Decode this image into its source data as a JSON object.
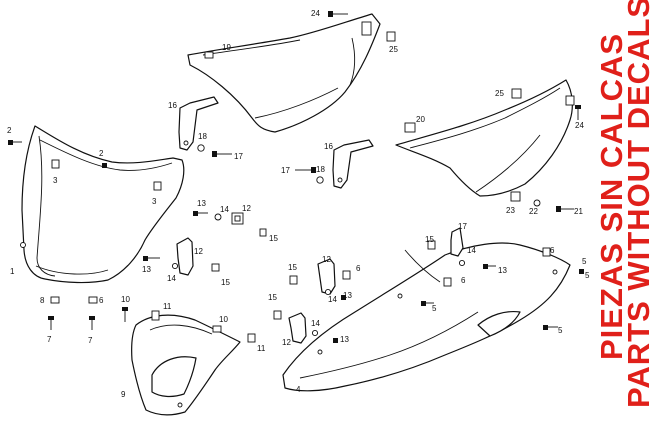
{
  "banner": {
    "line1": "PIEZAS SIN CALCAS",
    "line2": "PARTS WITHOUT DECALS",
    "color": "#e0201a"
  },
  "callouts": [
    {
      "id": "c24a",
      "text": "24"
    },
    {
      "id": "c25a",
      "text": "25"
    },
    {
      "id": "c19",
      "text": "19"
    },
    {
      "id": "c16a",
      "text": "16"
    },
    {
      "id": "c18a",
      "text": "18"
    },
    {
      "id": "c17a",
      "text": "17"
    },
    {
      "id": "c2a",
      "text": "2"
    },
    {
      "id": "c2b",
      "text": "2"
    },
    {
      "id": "c3a",
      "text": "3"
    },
    {
      "id": "c3b",
      "text": "3"
    },
    {
      "id": "c1",
      "text": "1"
    },
    {
      "id": "c13a",
      "text": "13"
    },
    {
      "id": "c14a",
      "text": "14"
    },
    {
      "id": "c12a",
      "text": "12"
    },
    {
      "id": "c15a",
      "text": "15"
    },
    {
      "id": "c13b",
      "text": "13"
    },
    {
      "id": "c12b",
      "text": "12"
    },
    {
      "id": "c14b",
      "text": "14"
    },
    {
      "id": "c15b",
      "text": "15"
    },
    {
      "id": "c8",
      "text": "8"
    },
    {
      "id": "c6a",
      "text": "6"
    },
    {
      "id": "c7a",
      "text": "7"
    },
    {
      "id": "c7b",
      "text": "7"
    },
    {
      "id": "c10a",
      "text": "10"
    },
    {
      "id": "c11a",
      "text": "11"
    },
    {
      "id": "c10b",
      "text": "10"
    },
    {
      "id": "c11b",
      "text": "11"
    },
    {
      "id": "c9",
      "text": "9"
    },
    {
      "id": "c25b",
      "text": "25"
    },
    {
      "id": "c20",
      "text": "20"
    },
    {
      "id": "c24b",
      "text": "24"
    },
    {
      "id": "c16b",
      "text": "16"
    },
    {
      "id": "c17b",
      "text": "17"
    },
    {
      "id": "c18b",
      "text": "18"
    },
    {
      "id": "c23",
      "text": "23"
    },
    {
      "id": "c22",
      "text": "22"
    },
    {
      "id": "c21",
      "text": "21"
    },
    {
      "id": "c17c",
      "text": "17"
    },
    {
      "id": "c15c",
      "text": "15"
    },
    {
      "id": "c14c",
      "text": "14"
    },
    {
      "id": "c6b",
      "text": "6"
    },
    {
      "id": "c13c",
      "text": "13"
    },
    {
      "id": "c6c",
      "text": "6"
    },
    {
      "id": "c5a",
      "text": "5"
    },
    {
      "id": "c5b",
      "text": "5"
    },
    {
      "id": "c15d",
      "text": "15"
    },
    {
      "id": "c12c",
      "text": "12"
    },
    {
      "id": "c6d",
      "text": "6"
    },
    {
      "id": "c13d",
      "text": "13"
    },
    {
      "id": "c14d",
      "text": "14"
    },
    {
      "id": "c15e",
      "text": "15"
    },
    {
      "id": "c12d",
      "text": "12"
    },
    {
      "id": "c14e",
      "text": "14"
    },
    {
      "id": "c13e",
      "text": "13"
    },
    {
      "id": "c5c",
      "text": "5"
    },
    {
      "id": "c5d",
      "text": "5"
    },
    {
      "id": "c4",
      "text": "4"
    }
  ]
}
